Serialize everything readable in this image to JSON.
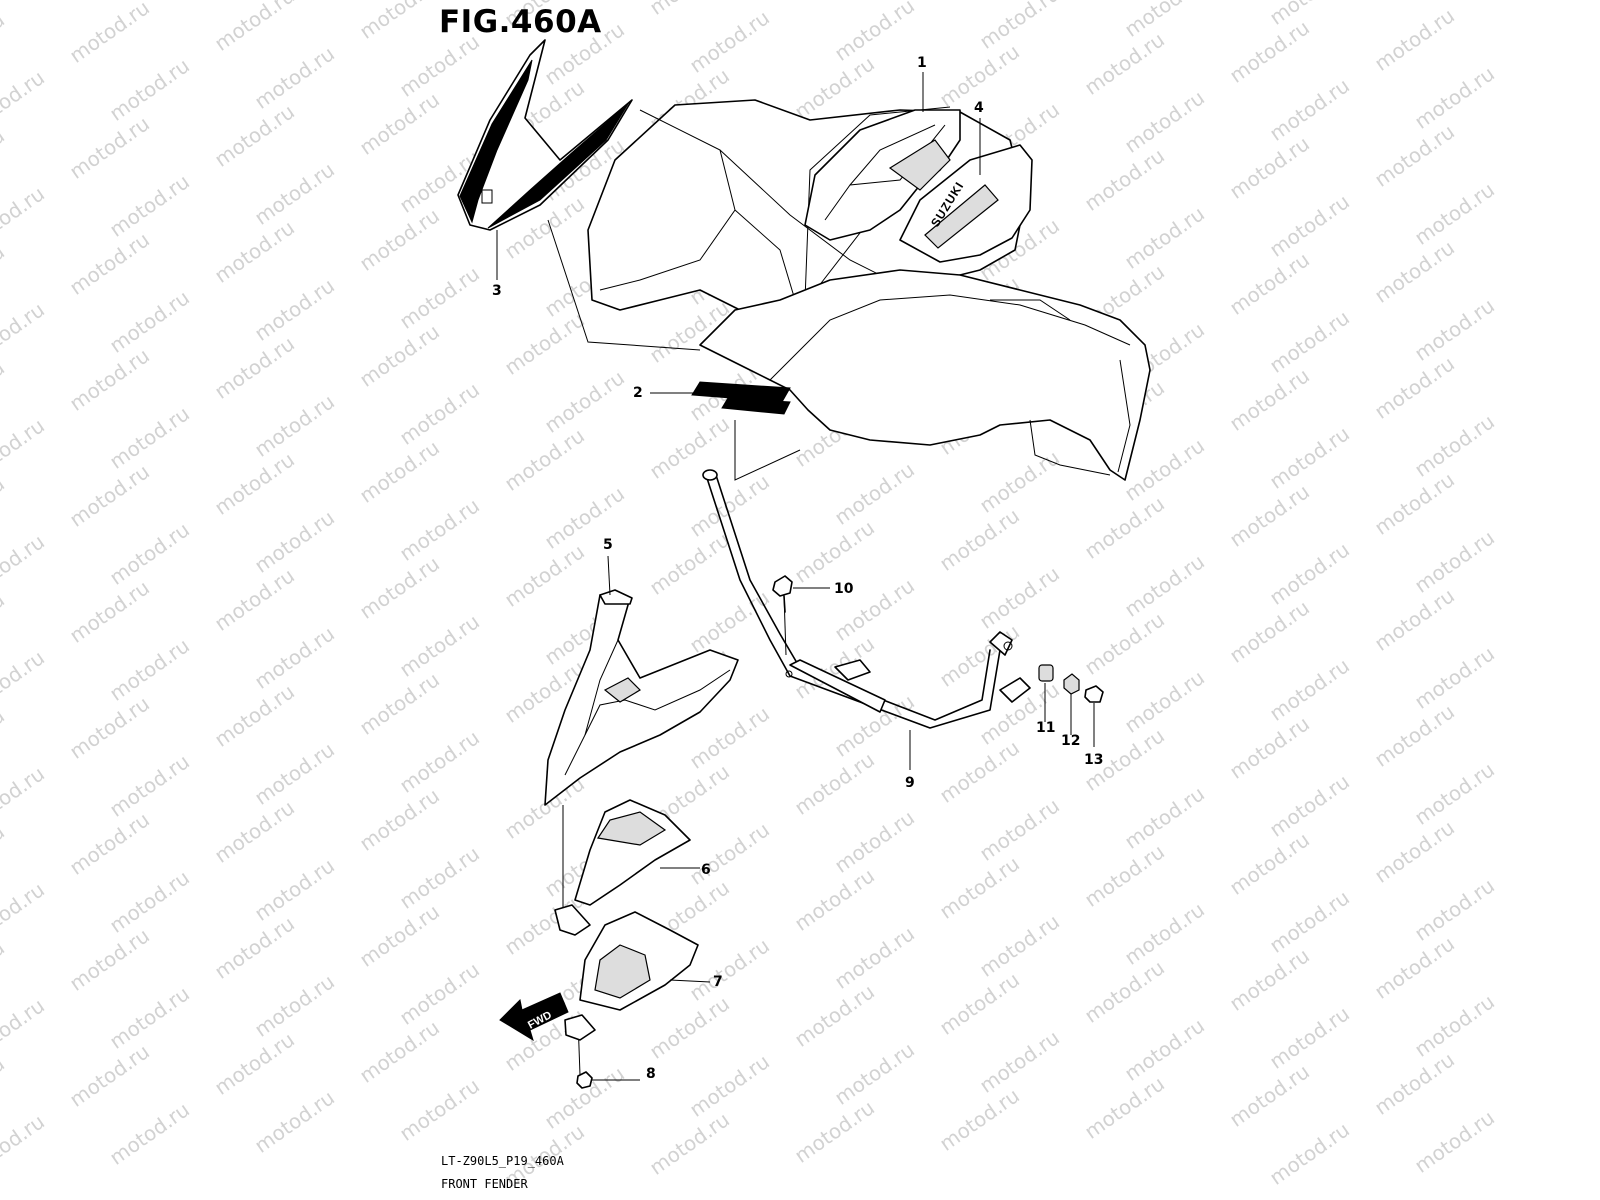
{
  "figure": {
    "title": "FIG.460A",
    "code": "LT-Z90L5_P19_460A",
    "caption": "FRONT FENDER"
  },
  "watermark": "motod.ru",
  "decals": {
    "brand": "SUZUKI",
    "direction_label": "FWD"
  },
  "parts": [
    {
      "ref": "1"
    },
    {
      "ref": "2"
    },
    {
      "ref": "3"
    },
    {
      "ref": "4"
    },
    {
      "ref": "5"
    },
    {
      "ref": "6"
    },
    {
      "ref": "7"
    },
    {
      "ref": "8"
    },
    {
      "ref": "9"
    },
    {
      "ref": "10"
    },
    {
      "ref": "11"
    },
    {
      "ref": "12"
    },
    {
      "ref": "13"
    }
  ],
  "colors": {
    "line": "#000000",
    "watermark": "#d2d2d2",
    "background": "#ffffff"
  }
}
